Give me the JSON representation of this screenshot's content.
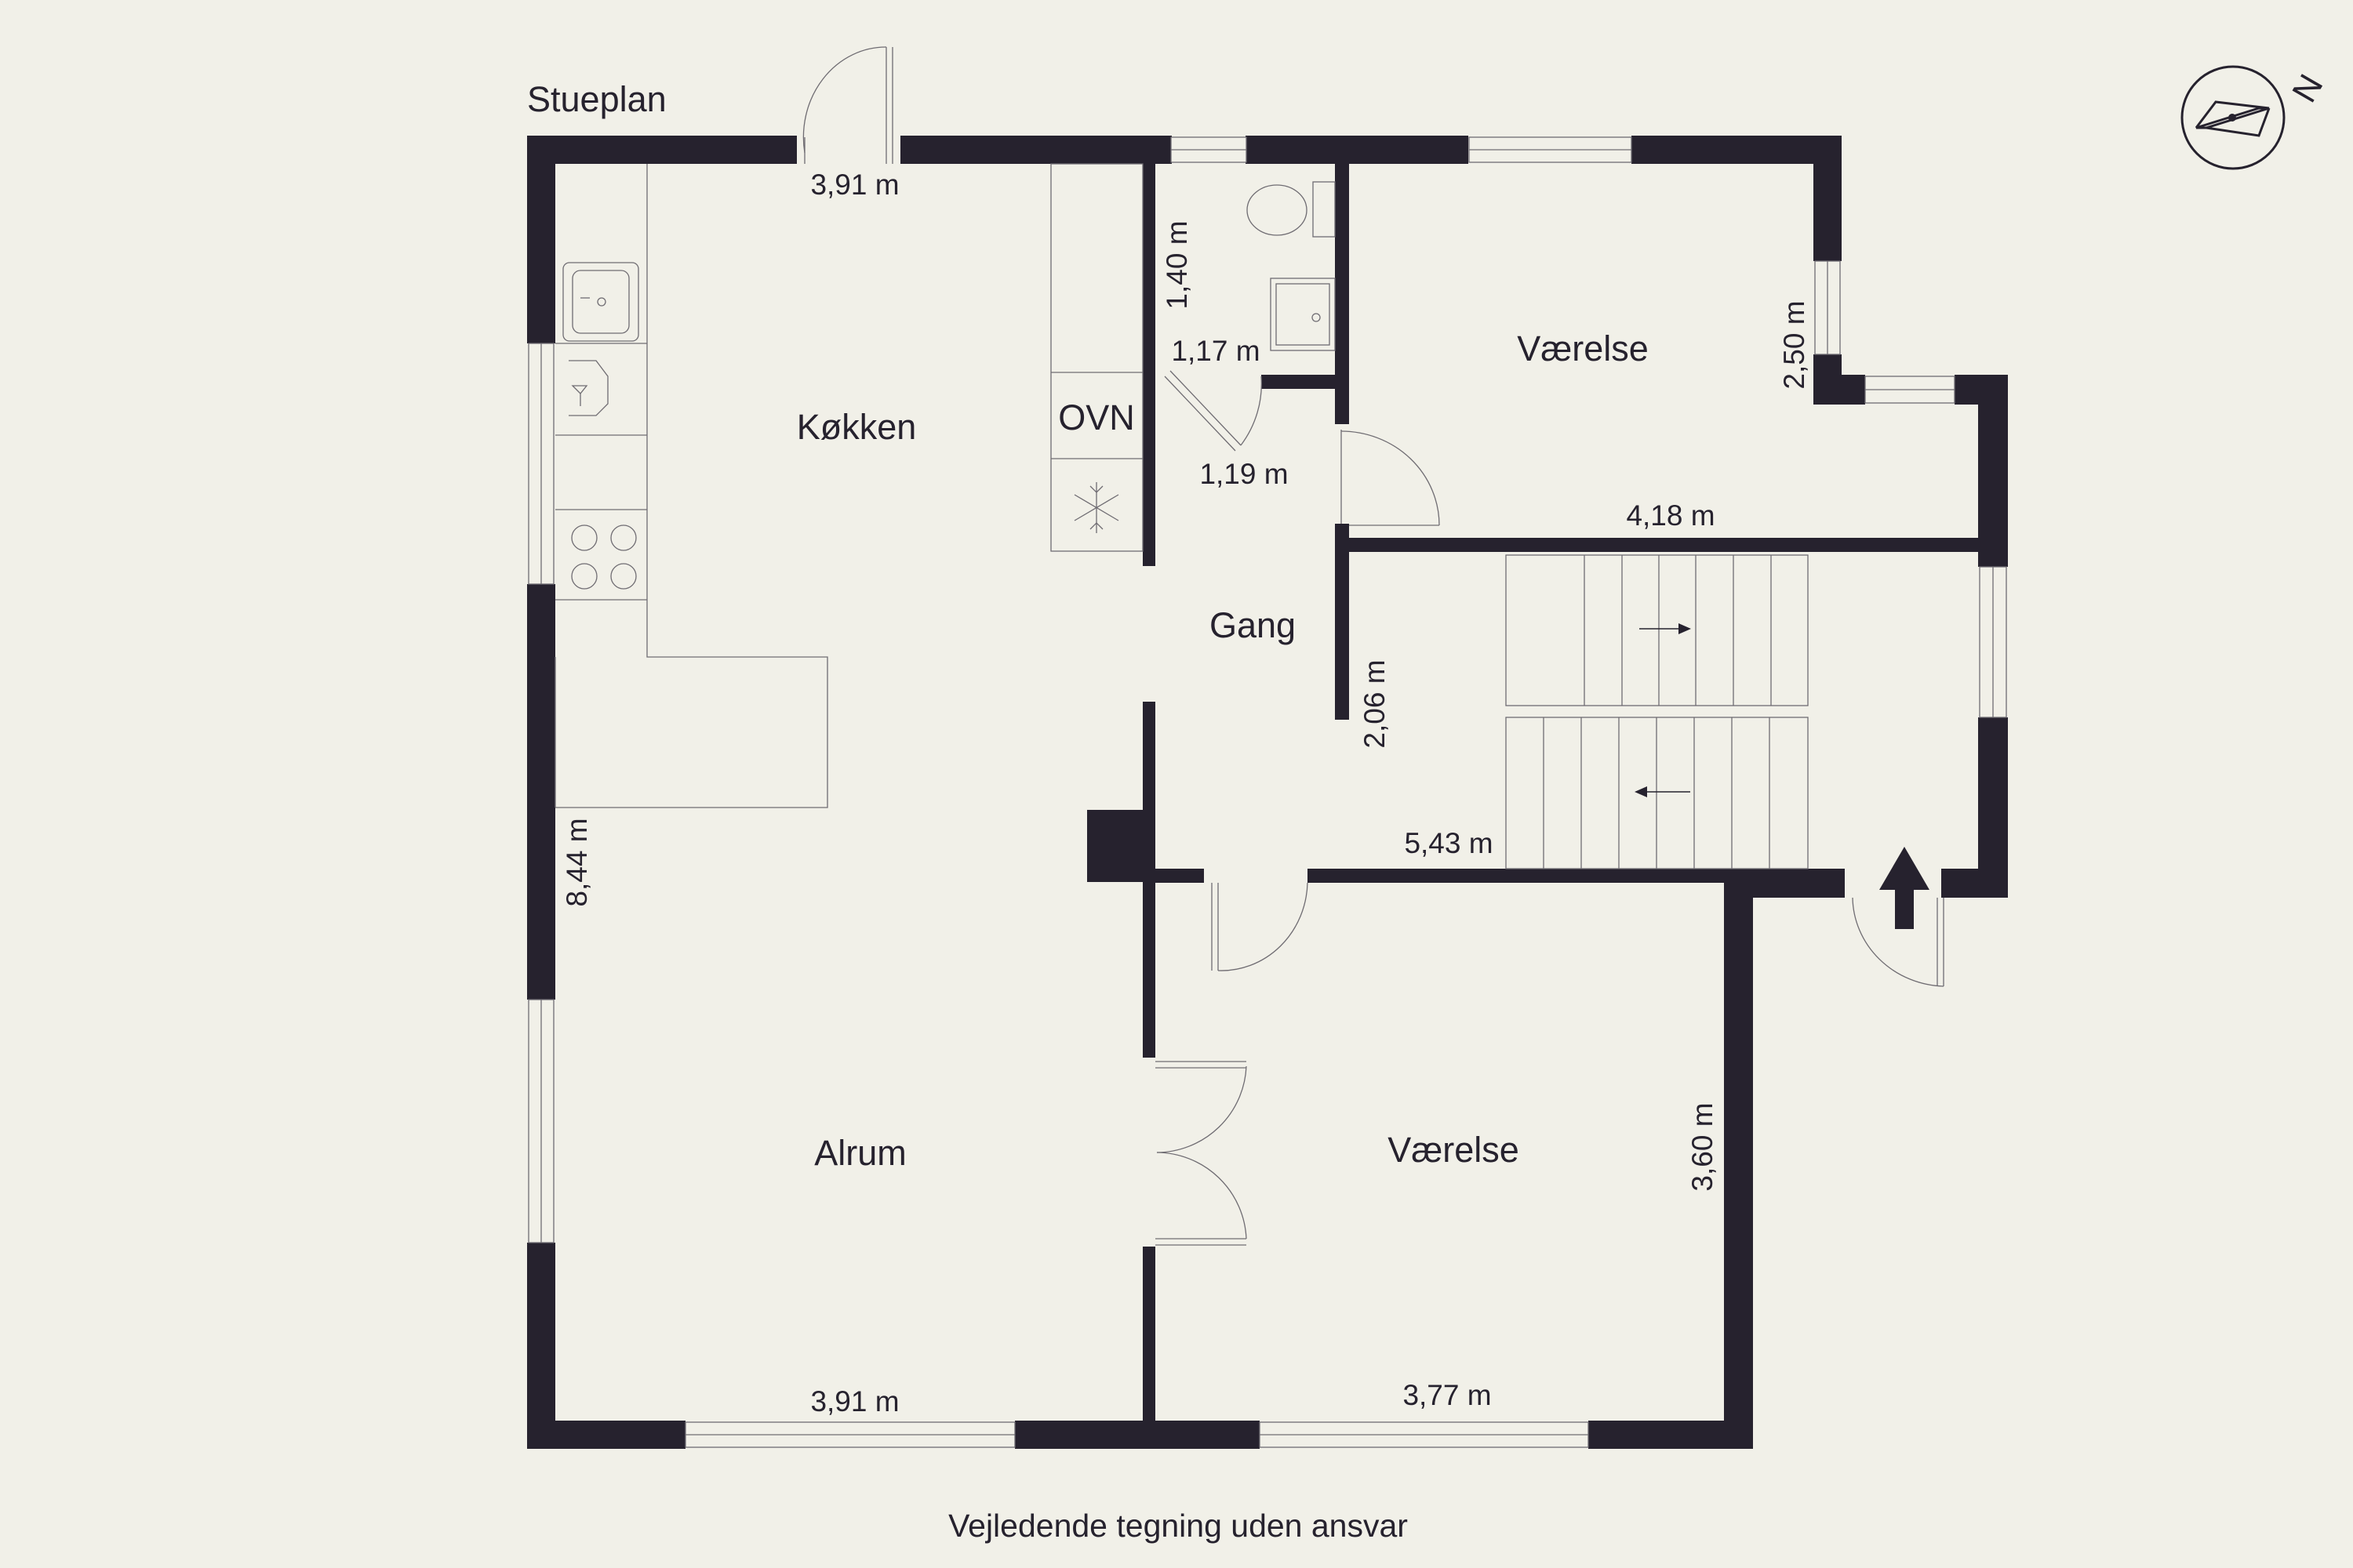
{
  "title": "Stueplan",
  "disclaimer": "Vejledende tegning uden ansvar",
  "compass_label": "N",
  "rooms": {
    "kitchen": "Køkken",
    "hallway": "Gang",
    "bedroom_top": "Værelse",
    "bedroom_bottom": "Værelse",
    "living": "Alrum",
    "oven": "OVN"
  },
  "dimensions": {
    "top_kitchen_width": "3,91 m",
    "bath_height": "1,40 m",
    "bath_width": "1,17 m",
    "bath_hall": "1,19 m",
    "bedroom_top_height": "2,50 m",
    "bedroom_top_width": "4,18 m",
    "hall_height": "2,06 m",
    "hall_width": "5,43 m",
    "total_height": "8,44 m",
    "bedroom_bottom_height": "3,60 m",
    "living_width": "3,91 m",
    "bedroom_bottom_width": "3,77 m"
  },
  "colors": {
    "background": "#f1f0e8",
    "wall": "#26222e"
  }
}
